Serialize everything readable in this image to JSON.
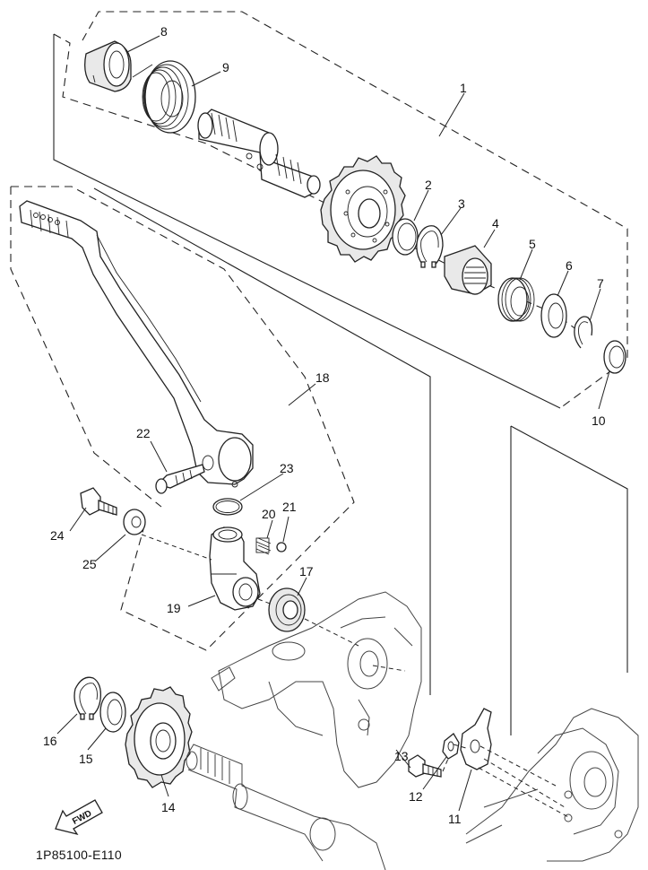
{
  "diagram": {
    "code": "1P85100-E110",
    "fwd_label": "FWD",
    "callouts": [
      {
        "id": "c1",
        "label": "1"
      },
      {
        "id": "c2",
        "label": "2"
      },
      {
        "id": "c3",
        "label": "3"
      },
      {
        "id": "c4",
        "label": "4"
      },
      {
        "id": "c5",
        "label": "5"
      },
      {
        "id": "c6",
        "label": "6"
      },
      {
        "id": "c7",
        "label": "7"
      },
      {
        "id": "c8",
        "label": "8"
      },
      {
        "id": "c9",
        "label": "9"
      },
      {
        "id": "c10",
        "label": "10"
      },
      {
        "id": "c11",
        "label": "11"
      },
      {
        "id": "c12",
        "label": "12"
      },
      {
        "id": "c13",
        "label": "13"
      },
      {
        "id": "c14",
        "label": "14"
      },
      {
        "id": "c15",
        "label": "15"
      },
      {
        "id": "c16",
        "label": "16"
      },
      {
        "id": "c17",
        "label": "17"
      },
      {
        "id": "c18",
        "label": "18"
      },
      {
        "id": "c19",
        "label": "19"
      },
      {
        "id": "c20",
        "label": "20"
      },
      {
        "id": "c21",
        "label": "21"
      },
      {
        "id": "c22",
        "label": "22"
      },
      {
        "id": "c23",
        "label": "23"
      },
      {
        "id": "c24",
        "label": "24"
      },
      {
        "id": "c25",
        "label": "25"
      }
    ]
  }
}
